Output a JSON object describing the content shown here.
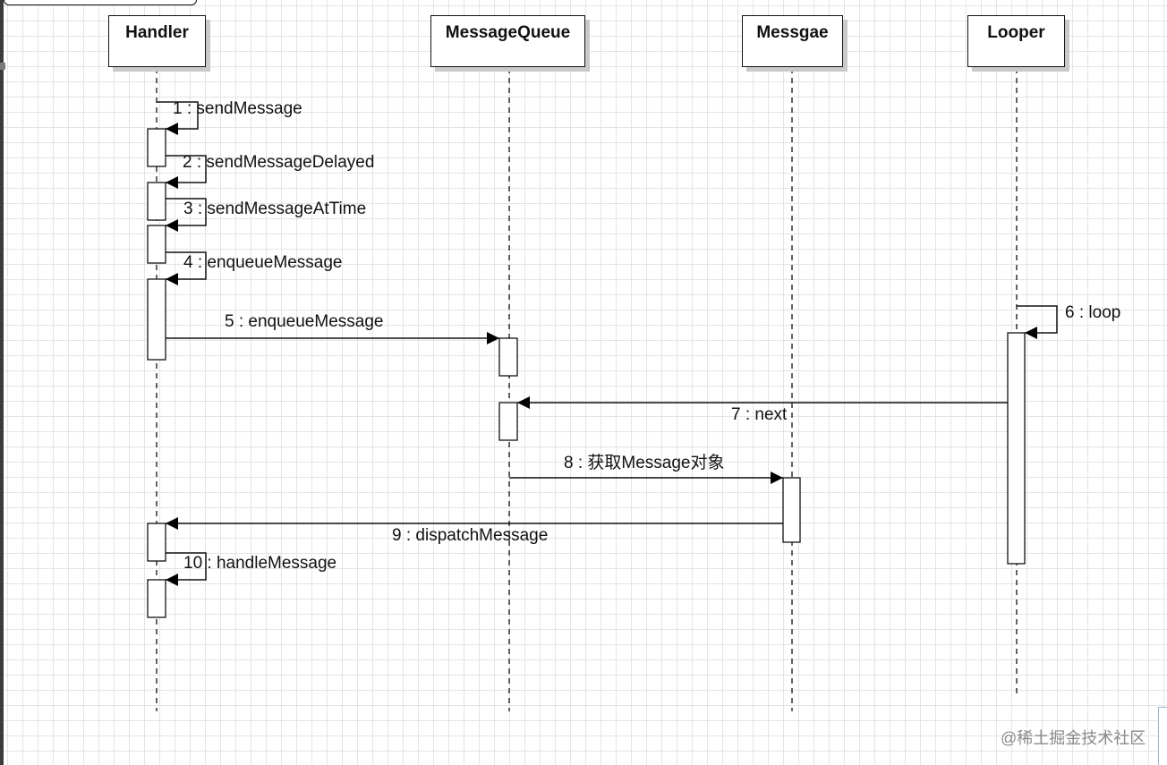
{
  "lifelines": {
    "handler": "Handler",
    "messagequeue": "MessageQueue",
    "messgae": "Messgae",
    "looper": "Looper"
  },
  "messages": {
    "m1": "1 : sendMessage",
    "m2": "2 : sendMessageDelayed",
    "m3": "3 : sendMessageAtTime",
    "m4": "4 : enqueueMessage",
    "m5": "5 : enqueueMessage",
    "m6": "6 : loop",
    "m7": "7 : next",
    "m8": "8 : 获取Message对象",
    "m9": "9 : dispatchMessage",
    "m10": "10 : handleMessage"
  },
  "watermark": "@稀土掘金技术社区"
}
